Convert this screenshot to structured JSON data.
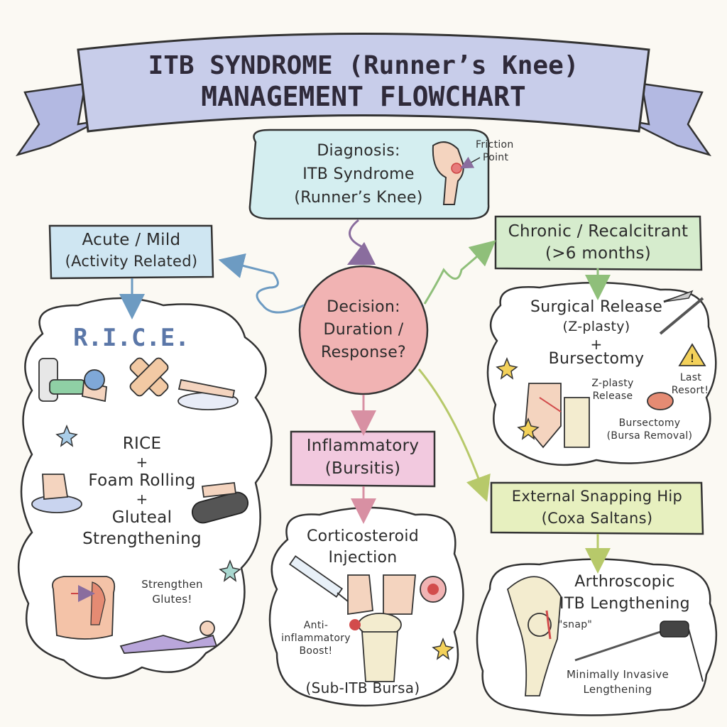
{
  "title": {
    "line1": "ITB SYNDROME (Runner’s Knee)",
    "line2": "MANAGEMENT FLOWCHART"
  },
  "diagnosis": {
    "line1": "Diagnosis:",
    "line2": "ITB Syndrome",
    "line3": "(Runner’s Knee)",
    "annotation_1": "Friction",
    "annotation_2": "Point"
  },
  "decision": {
    "line1": "Decision:",
    "line2": "Duration /",
    "line3": "Response?"
  },
  "acute": {
    "header_1": "Acute / Mild",
    "header_2": "(Activity Related)",
    "rice_title": "R.I.C.E.",
    "treatment_1": "RICE",
    "plus_1": "+",
    "treatment_2": "Foam Rolling",
    "plus_2": "+",
    "treatment_3": "Gluteal",
    "treatment_4": "Strengthening",
    "note_1": "Strengthen",
    "note_2": "Glutes!"
  },
  "inflammatory": {
    "header_1": "Inflammatory",
    "header_2": "(Bursitis)",
    "treatment_1": "Corticosteroid",
    "treatment_2": "Injection",
    "note_1": "Anti-",
    "note_2": "inflammatory",
    "note_3": "Boost!",
    "footer": "(Sub-ITB Bursa)"
  },
  "chronic": {
    "header_1": "Chronic / Recalcitrant",
    "header_2": "(>6 months)",
    "treatment_1": "Surgical Release",
    "treatment_2": "(Z-plasty)",
    "plus": "+",
    "treatment_3": "Bursectomy",
    "label_1a": "Z-plasty",
    "label_1b": "Release",
    "label_2a": "Last",
    "label_2b": "Resort!",
    "label_3a": "Bursectomy",
    "label_3b": "(Bursa Removal)"
  },
  "snapping": {
    "header_1": "External Snapping Hip",
    "header_2": "(Coxa Saltans)",
    "treatment_1": "Arthroscopic",
    "treatment_2": "ITB Lengthening",
    "snap": "\"snap\"",
    "note_1": "Minimally Invasive",
    "note_2": "Lengthening"
  },
  "colors": {
    "banner": "#c8cdea",
    "diagnosis": "#d4eef0",
    "acute": "#cfe6f2",
    "decision": "#f1b3b3",
    "inflammatory": "#f2c9df",
    "chronic": "#d6eccd",
    "snapping": "#e7f0bf"
  }
}
